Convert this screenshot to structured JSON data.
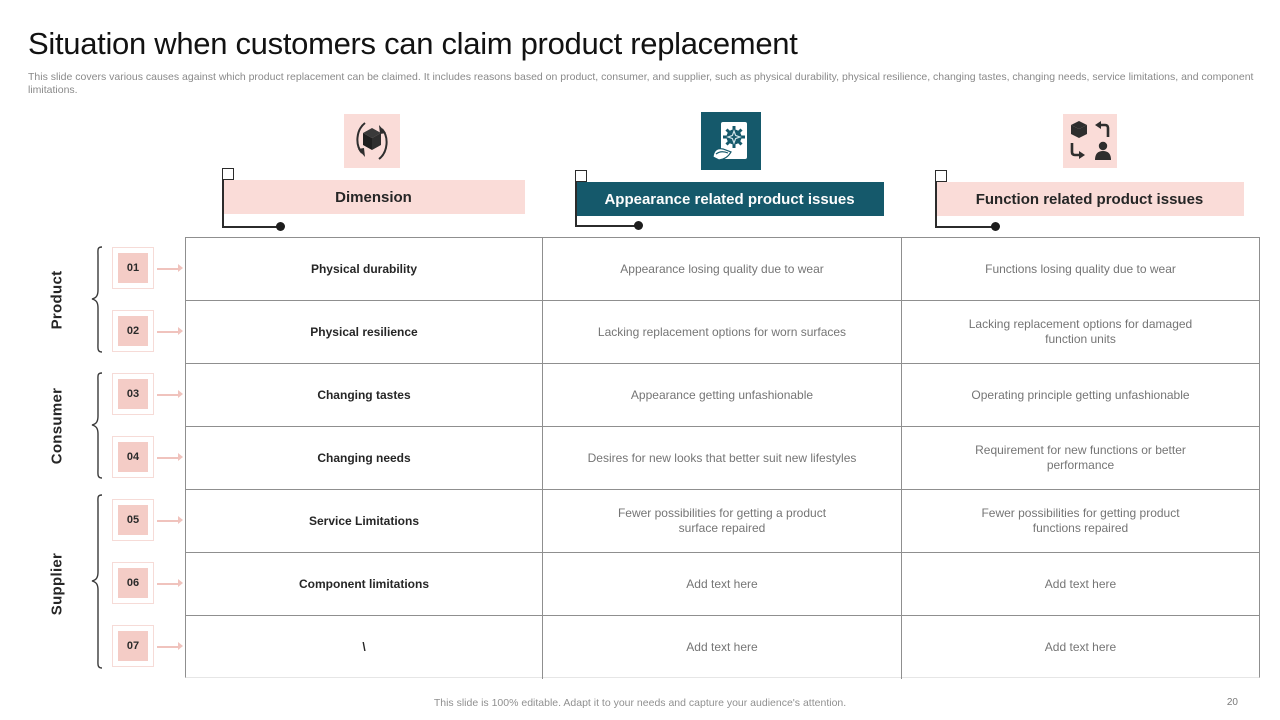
{
  "title": "Situation when customers can claim product replacement",
  "subtitle": "This slide covers various causes against which product replacement can be claimed. It includes reasons based on product, consumer, and supplier, such as physical durability, physical resilience, changing tastes, changing needs, service limitations, and component limitations.",
  "columns": {
    "dimension": {
      "label": "Dimension",
      "icon": "box-cycle-icon"
    },
    "appearance": {
      "label": "Appearance related product issues",
      "icon": "gear-hand-document-icon"
    },
    "function": {
      "label": "Function related product issues",
      "icon": "box-return-person-icon"
    }
  },
  "groups": [
    {
      "label": "Product"
    },
    {
      "label": "Consumer"
    },
    {
      "label": "Supplier"
    }
  ],
  "rows": [
    {
      "num": "01",
      "dimension": "Physical durability",
      "appearance": "Appearance losing quality due to wear",
      "function": "Functions losing quality due to wear"
    },
    {
      "num": "02",
      "dimension": "Physical resilience",
      "appearance": "Lacking replacement options for worn surfaces",
      "function": "Lacking replacement options for damaged function units"
    },
    {
      "num": "03",
      "dimension": "Changing tastes",
      "appearance": "Appearance getting unfashionable",
      "function": "Operating principle getting unfashionable"
    },
    {
      "num": "04",
      "dimension": "Changing needs",
      "appearance": "Desires for new looks that better suit new lifestyles",
      "function": "Requirement for new functions or better performance"
    },
    {
      "num": "05",
      "dimension": "Service Limitations",
      "appearance": "Fewer possibilities for getting a product surface repaired",
      "function": "Fewer possibilities for getting product functions repaired"
    },
    {
      "num": "06",
      "dimension": "Component limitations",
      "appearance": "Add text here",
      "function": "Add text here"
    },
    {
      "num": "07",
      "dimension": "\\",
      "appearance": "Add text here",
      "function": "Add text here"
    }
  ],
  "footer": {
    "note": "This slide is 100% editable. Adapt it to your needs and capture your audience's attention.",
    "page_number": "20"
  },
  "colors": {
    "teal": "#15596B",
    "pink": "#FADCD8",
    "badge_pink": "#F4CCC6",
    "text_dark": "#262626",
    "text_grey": "#757575",
    "border_grey": "#8F8F8F"
  }
}
